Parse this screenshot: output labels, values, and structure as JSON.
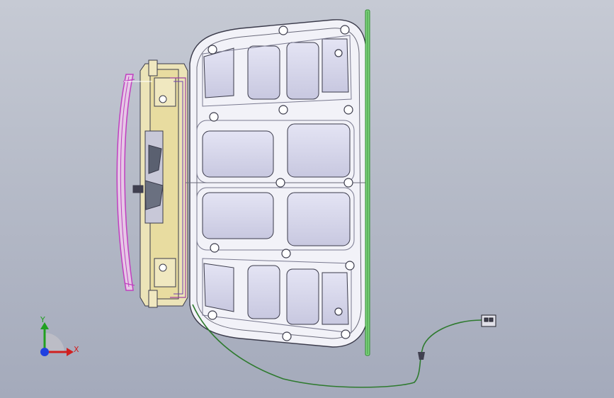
{
  "colors": {
    "background_top": "#c6cad4",
    "background_bottom": "#a4aabb",
    "panel_fill": "#f2f2f8",
    "panel_outline": "#3a3a4a",
    "pocket_fill": "#d8d8ec",
    "bracket_yellow": "#e8dca0",
    "trim_magenta": "#c040c0",
    "seal_green": "#3fb83f",
    "cable_green": "#2e7a2e",
    "axis_x": "#d02020",
    "axis_y": "#20a020",
    "axis_z": "#2040e0"
  },
  "axes": {
    "x_label": "X",
    "y_label": "Y"
  },
  "parts": {
    "panel": "hood-inner-panel",
    "seal": "weather-seal-strip",
    "bracket": "hinge-latch-assembly",
    "trim": "front-trim-strip",
    "cable": "wire-harness",
    "connector": "connector-plug"
  }
}
